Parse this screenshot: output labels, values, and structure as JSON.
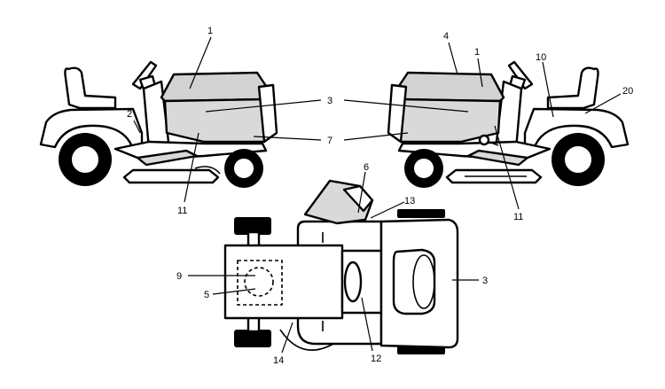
{
  "callouts": {
    "left": {
      "c1": "1",
      "c2": "2",
      "c11": "11"
    },
    "center": {
      "c3": "3",
      "c7": "7"
    },
    "right": {
      "c4": "4",
      "c1": "1",
      "c10": "10",
      "c20": "20",
      "c11": "11"
    },
    "top": {
      "c6": "6",
      "c13": "13",
      "c9": "9",
      "c5": "5",
      "c3": "3",
      "c14": "14",
      "c12": "12"
    }
  },
  "colors": {
    "line": "#000000",
    "panel": "#d2d2d2",
    "background": "#ffffff"
  }
}
